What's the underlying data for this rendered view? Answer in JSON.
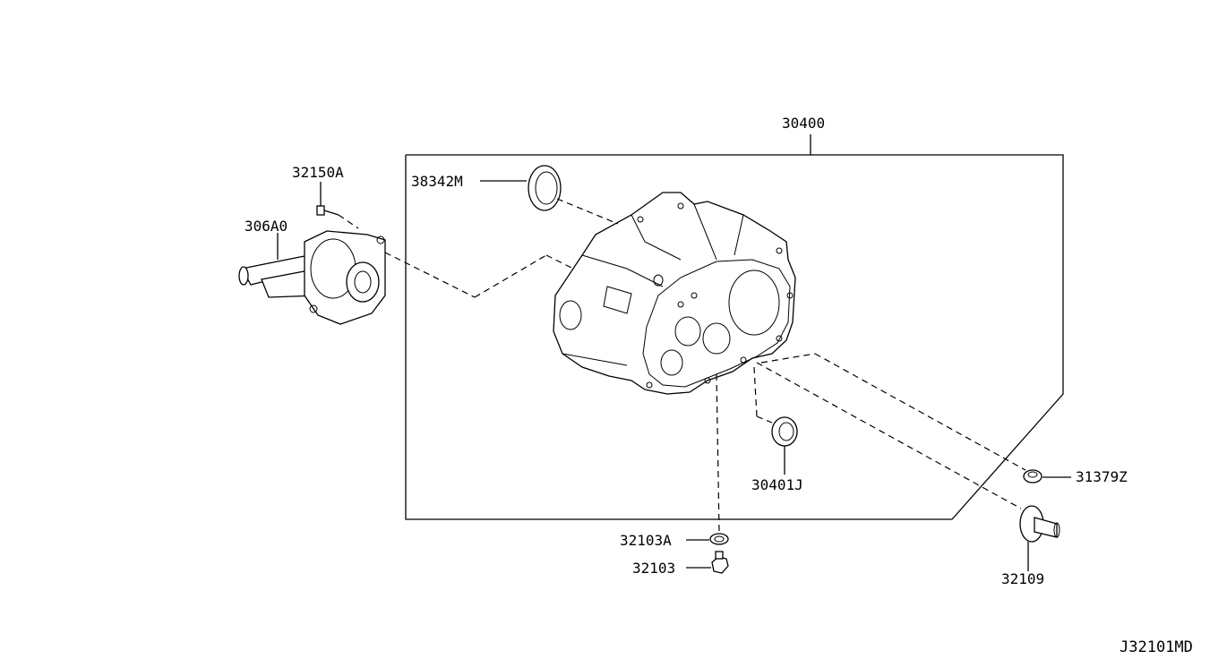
{
  "diagram_id": "J32101MD",
  "callouts": {
    "c30400": "30400",
    "c38342M": "38342M",
    "c32150A": "32150A",
    "c306A0": "306A0",
    "c30401J": "30401J",
    "c31379Z": "31379Z",
    "c32103A": "32103A",
    "c32103": "32103",
    "c32109": "32109"
  }
}
